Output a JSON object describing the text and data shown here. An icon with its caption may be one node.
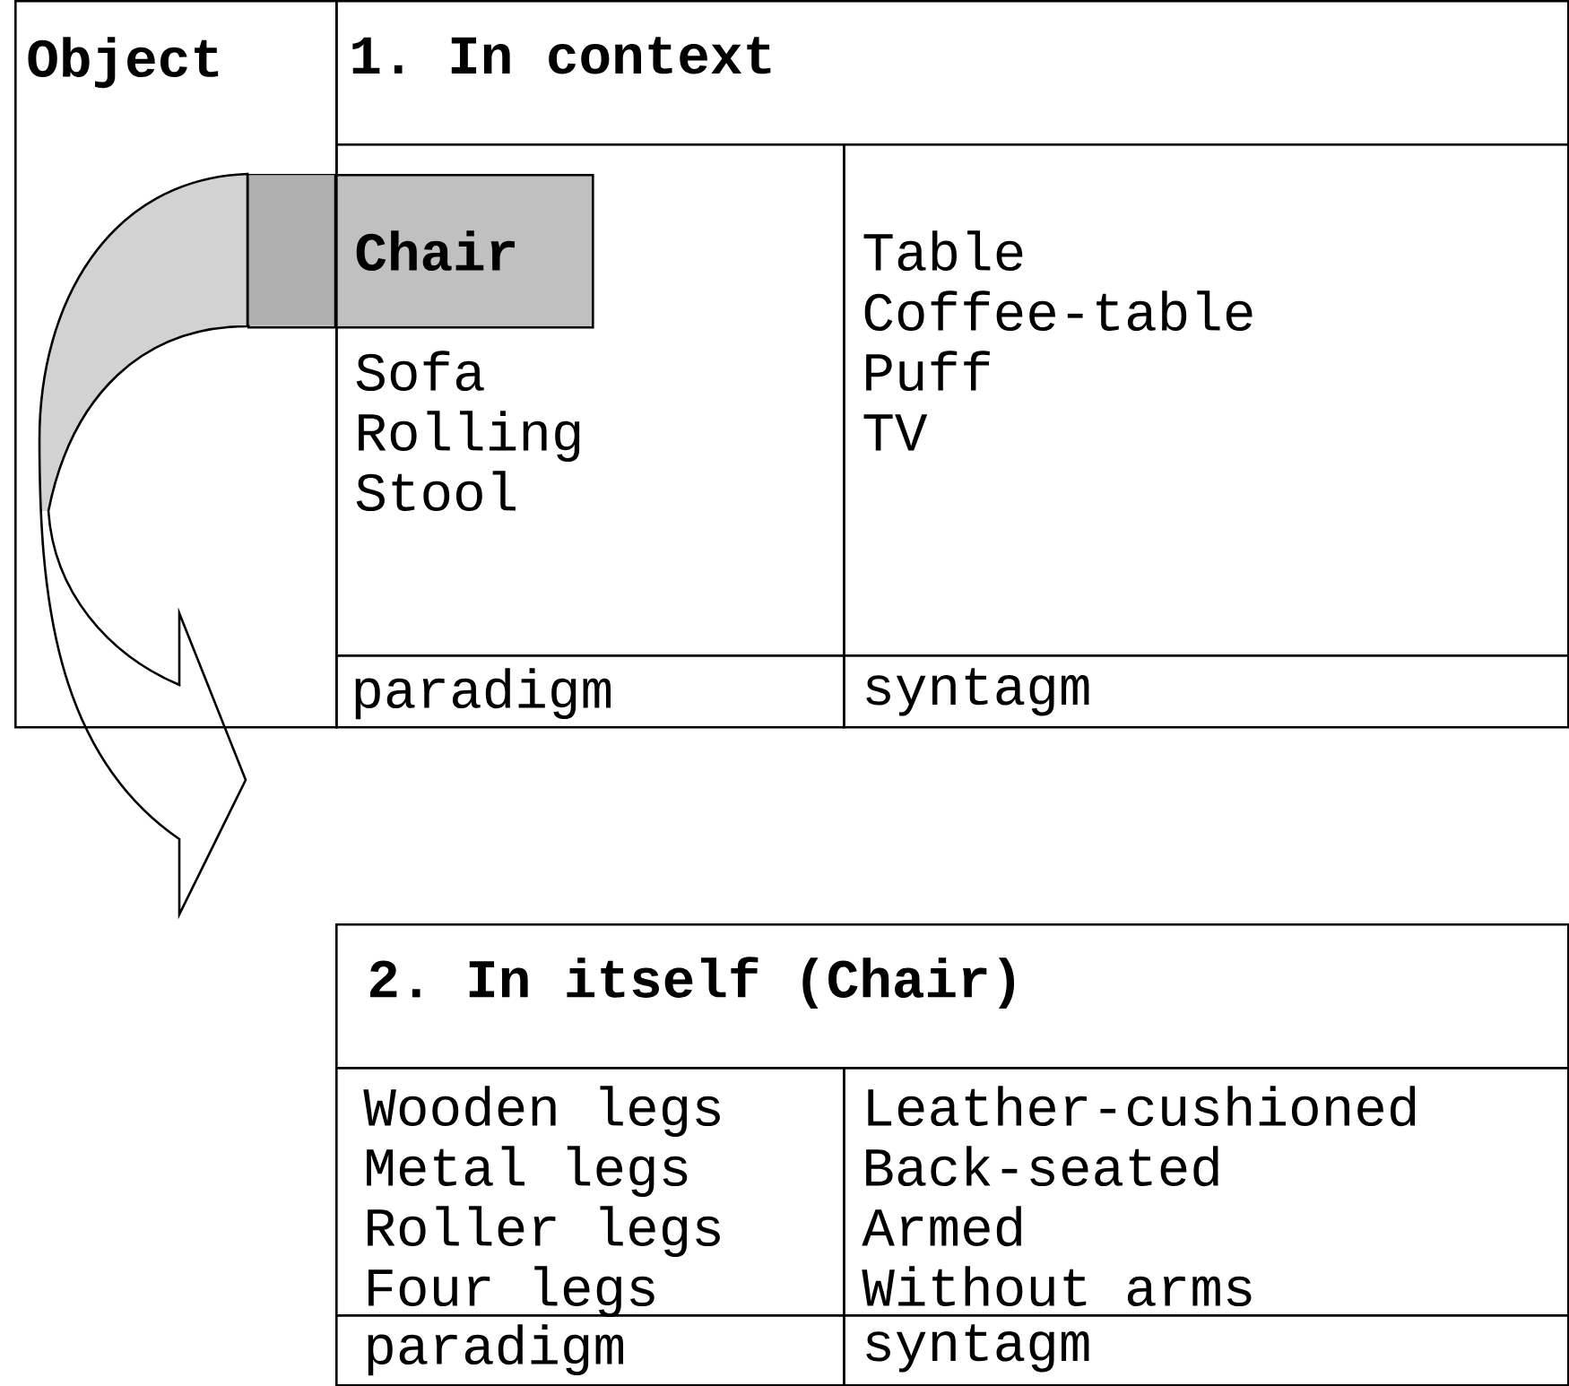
{
  "diagram": {
    "nodes": [
      {
        "text": [
          "Object"
        ]
      },
      {
        "text": [
          "1. In context"
        ]
      },
      {
        "text": [
          "Chair"
        ]
      },
      {
        "text": [
          "Sofa",
          "Rolling",
          "Stool"
        ]
      },
      {
        "text": [
          "Table",
          "Coffee-table",
          "Puff",
          "TV"
        ]
      },
      {
        "text": [
          "paradigm"
        ]
      },
      {
        "text": [
          "syntagm"
        ]
      },
      {
        "text": [
          "2. In itself (Chair)"
        ]
      },
      {
        "text": [
          "Wooden legs",
          "Metal legs",
          "Roller legs",
          "Four legs"
        ]
      },
      {
        "text": [
          "Leather-cushioned",
          "Back-seated",
          "Armed",
          "Without arms"
        ]
      },
      {
        "text": [
          "paradigm"
        ]
      },
      {
        "text": [
          "syntagm"
        ]
      }
    ],
    "edges": [
      {
        "from": 2,
        "to": 7,
        "arrow": "to"
      }
    ]
  }
}
